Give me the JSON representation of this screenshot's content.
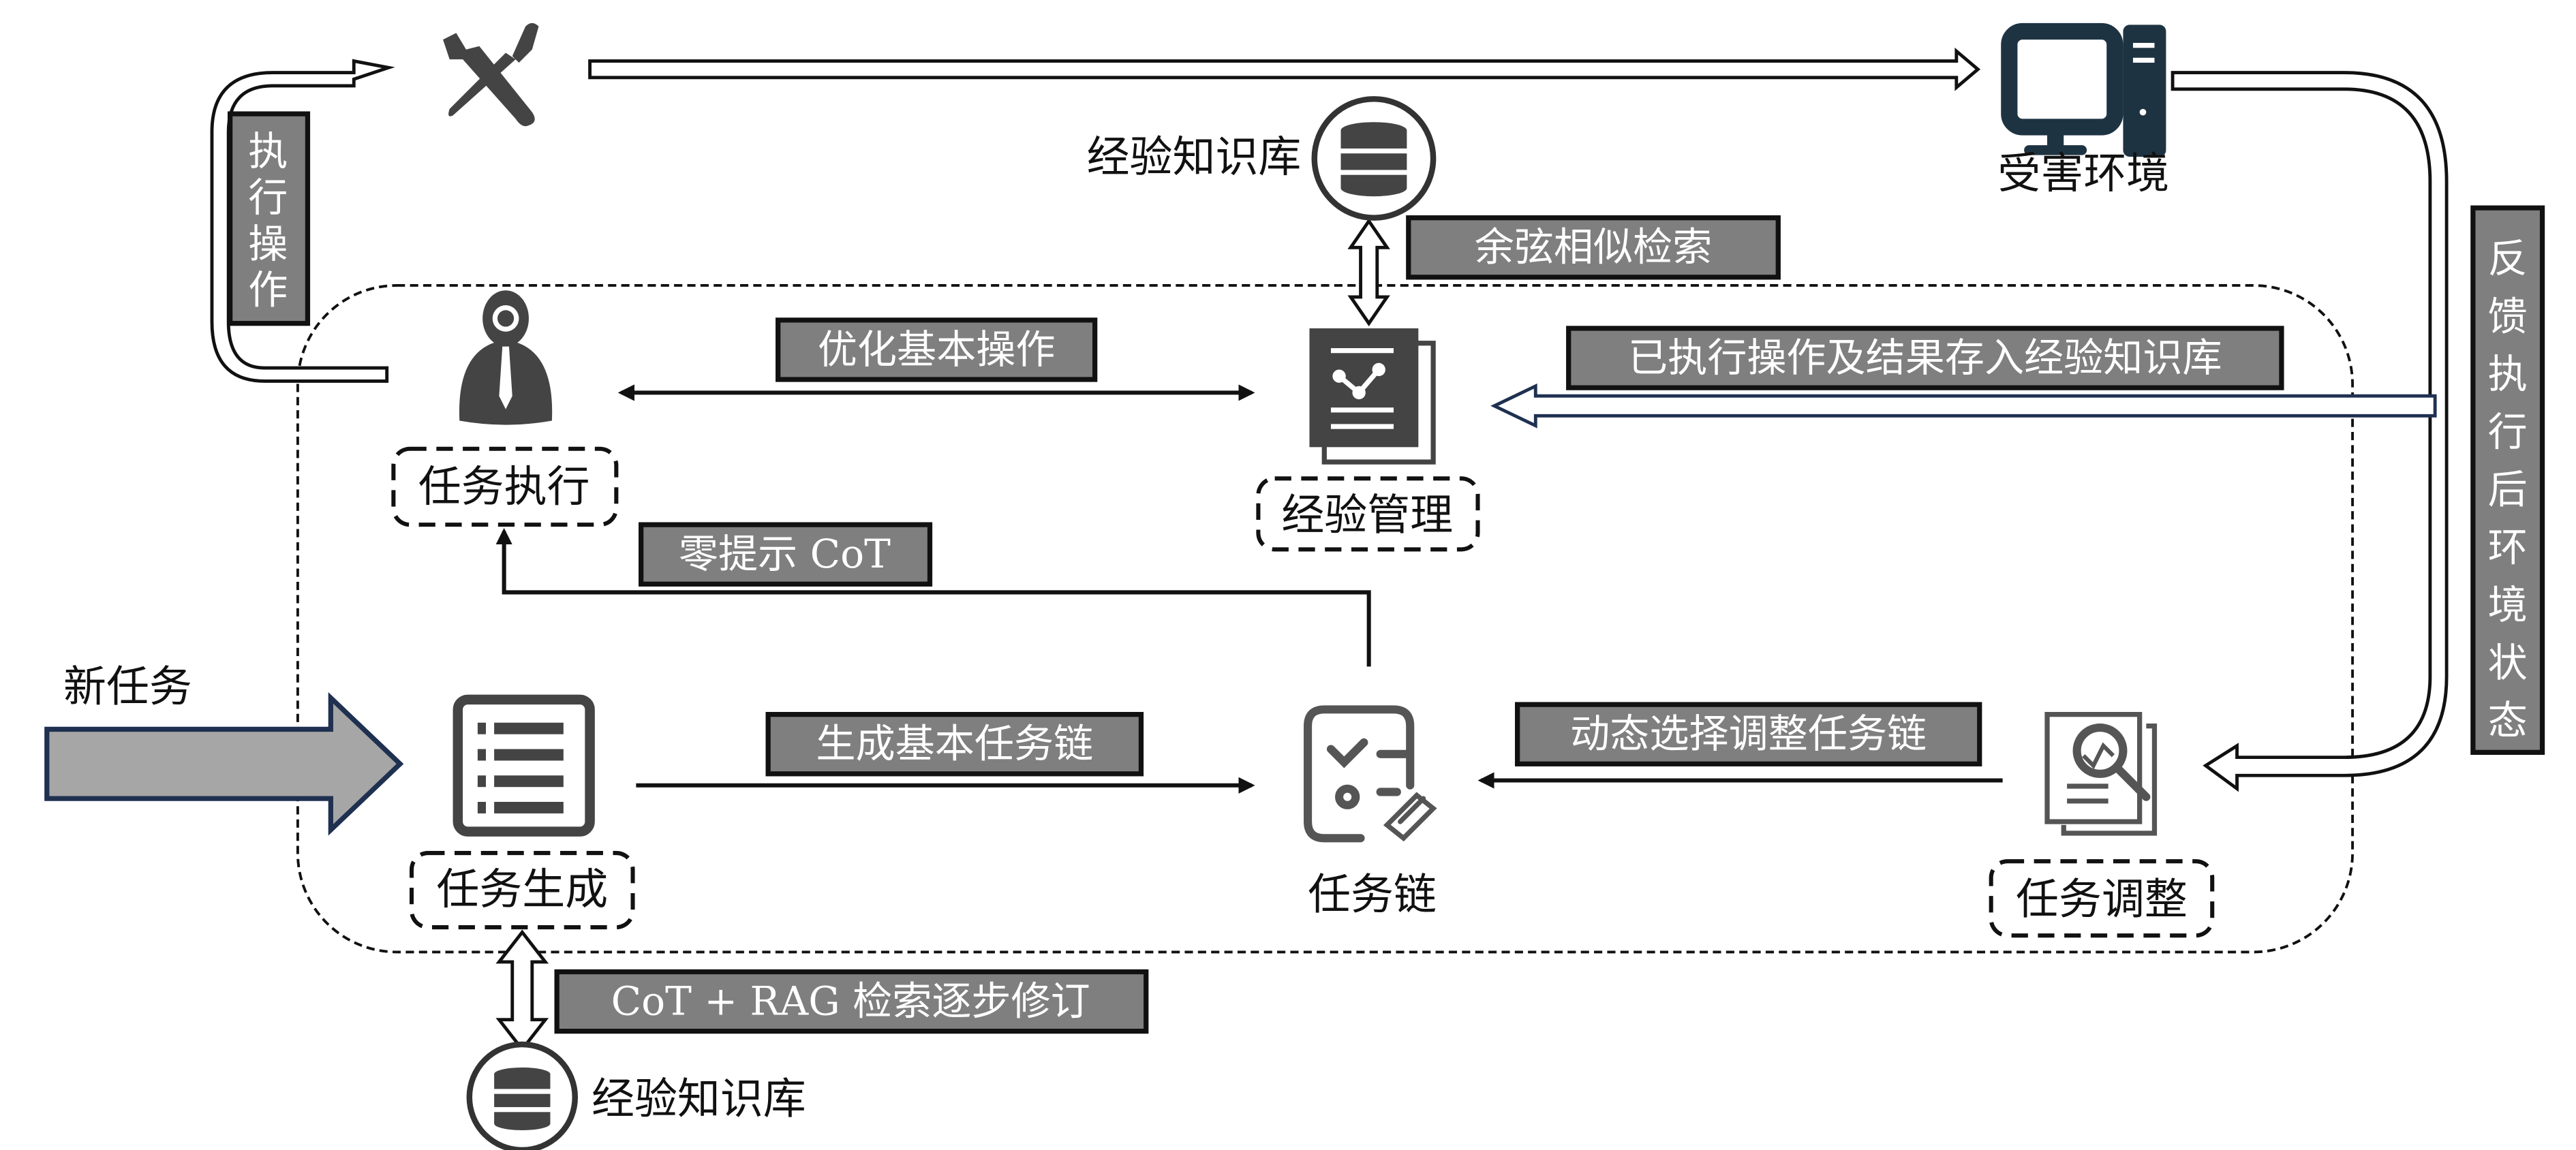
{
  "title": "",
  "nodes": {
    "tool": {
      "icon": "wrench-screwdriver-icon"
    },
    "victim_env": {
      "label": "受害环境",
      "icon": "desktop-computer-icon"
    },
    "kb_top": {
      "label": "经验知识库",
      "icon": "database-icon"
    },
    "kb_bottom": {
      "label": "经验知识库",
      "icon": "database-icon"
    },
    "task_exec": {
      "label": "任务执行",
      "icon": "person-gear-icon"
    },
    "exp_mgmt": {
      "label": "经验管理",
      "icon": "document-graph-icon"
    },
    "task_gen": {
      "label": "任务生成",
      "icon": "list-document-icon"
    },
    "task_chain": {
      "label": "任务链",
      "icon": "checklist-link-icon"
    },
    "task_adjust": {
      "label": "任务调整",
      "icon": "document-search-icon"
    },
    "new_task": {
      "label": "新任务"
    }
  },
  "edge_labels": {
    "execute_op": "执行操作",
    "feedback": "反馈执行后环境状态",
    "cosine": "余弦相似检索",
    "optimize": "优化基本操作",
    "store": "已执行操作及结果存入经验知识库",
    "zero_shot": "零提示 CoT",
    "gen_chain": "生成基本任务链",
    "dyn_adjust": "动态选择调整任务链",
    "cot_rag": "CoT + RAG 检索逐步修订"
  },
  "colors": {
    "label_box": "#7f7f7f",
    "icon_gray": "#454545",
    "monitor": "#1e3342",
    "new_task_arrow_fill": "#a6a6a6",
    "new_task_arrow_stroke": "#1f3050"
  }
}
